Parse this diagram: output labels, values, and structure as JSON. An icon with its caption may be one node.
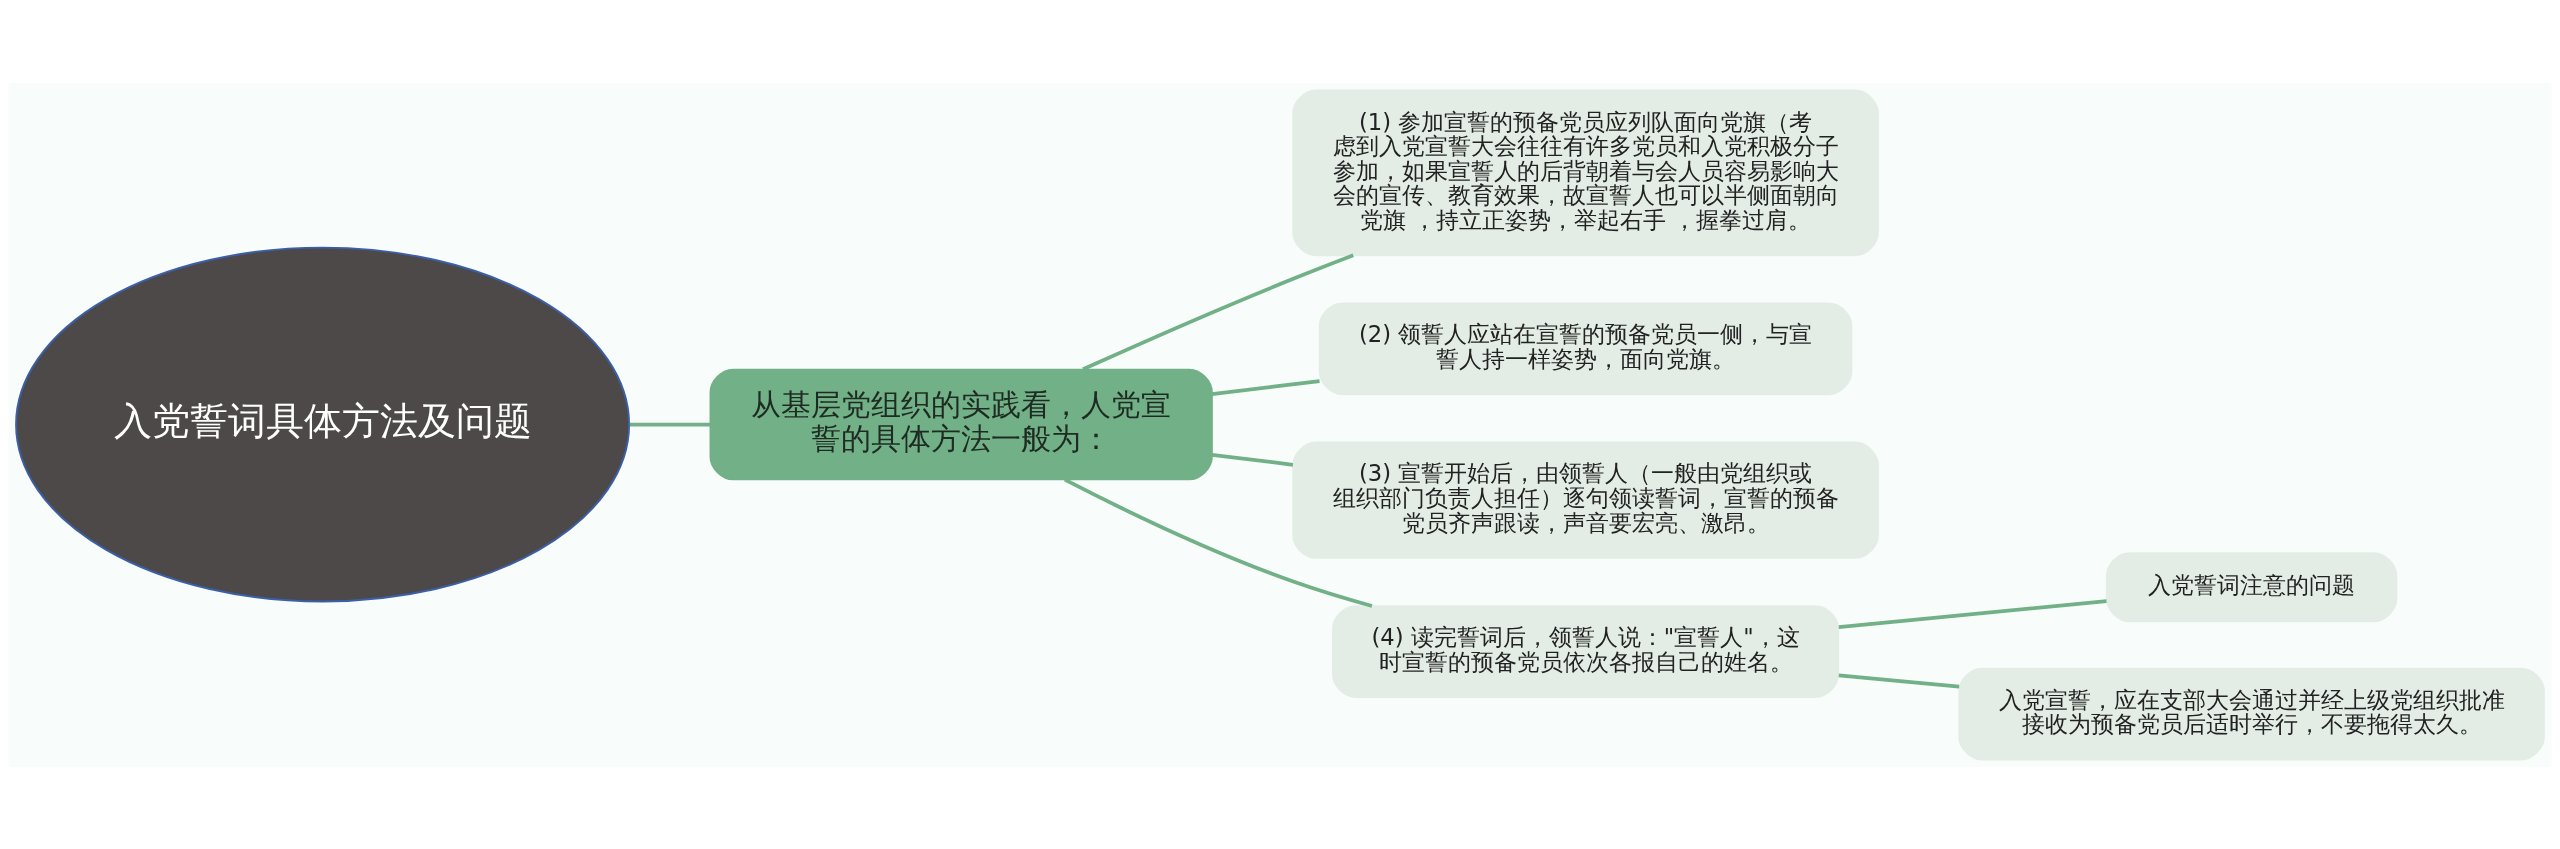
{
  "diagram": {
    "nodes": [
      {
        "text": [
          "入党誓词具体方法及问题"
        ]
      },
      {
        "text": [
          "从基层党组织的实践看，人党宣誓的具体方法一般为："
        ]
      },
      {
        "text": [
          "(1) 参加宣誓的预备党员应列队面向党旗（考虑到入党宣誓大会往往有许多党员和入党积极分子参加，如果宣誓人的后背朝着与会人员容易影响大会的宣传、教育效果，故宣誓人也可以半侧面朝向党旗 ，持立正姿势，举起右手 ，握拳过肩。"
        ]
      },
      {
        "text": [
          "(2) 领誓人应站在宣誓的预备党员一侧，与宣誓人持一样姿势，面向党旗。"
        ]
      },
      {
        "text": [
          "(3) 宣誓开始后，由领誓人（一般由党组织或组织部门负责人担任）逐句领读誓词，宣誓的预备党员齐声跟读，声音要宏亮、激昂。"
        ]
      },
      {
        "text": [
          "(4) 读完誓词后，领誓人说：\"宣誓人\"，这时宣誓的预备党员依次各报自己的姓名。"
        ]
      },
      {
        "text": [
          "入党誓词注意的问题"
        ]
      },
      {
        "text": [
          "入党宣誓，应在支部大会通过并经上级党组织批准接收为预备党员后适时举行，不要拖得太久。"
        ]
      }
    ],
    "edges": [
      {
        "from": 0,
        "to": 1,
        "arrow": "none"
      },
      {
        "from": 1,
        "to": 2,
        "arrow": "none"
      },
      {
        "from": 1,
        "to": 3,
        "arrow": "none"
      },
      {
        "from": 1,
        "to": 4,
        "arrow": "none"
      },
      {
        "from": 1,
        "to": 5,
        "arrow": "none"
      },
      {
        "from": 5,
        "to": 6,
        "arrow": "none"
      },
      {
        "from": 5,
        "to": 7,
        "arrow": "none"
      }
    ]
  }
}
